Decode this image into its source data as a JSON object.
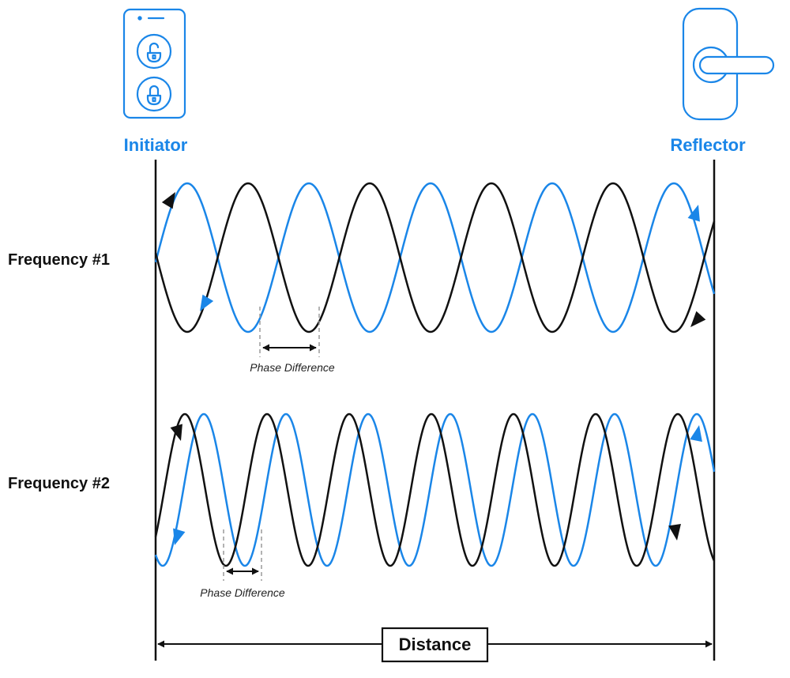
{
  "devices": {
    "initiator": {
      "label": "Initiator",
      "icon": "phone-lock-icon"
    },
    "reflector": {
      "label": "Reflector",
      "icon": "door-handle-icon"
    }
  },
  "rows": [
    {
      "label": "Frequency #1",
      "phase_label": "Phase Difference"
    },
    {
      "label": "Frequency #2",
      "phase_label": "Phase Difference"
    }
  ],
  "distance_label": "Distance",
  "colors": {
    "blue": "#1a86e8",
    "black": "#111111",
    "guide": "#9a9a9a"
  }
}
